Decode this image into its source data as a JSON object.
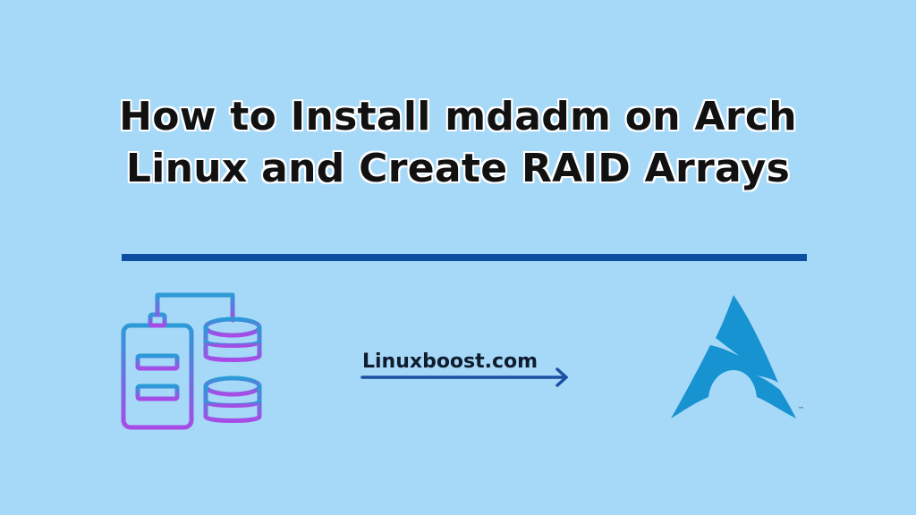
{
  "title": {
    "line1": "How to Install mdadm on Arch",
    "line2": "Linux and Create RAID Arrays"
  },
  "site": {
    "label": "Linuxboost.com"
  },
  "logo": {
    "trademark": "™"
  },
  "icons": {
    "illustration": "server-raid-disks-icon",
    "arrow": "right-arrow-icon",
    "logo": "arch-linux-logo"
  },
  "colors": {
    "background": "#a6d8f8",
    "divider": "#0b4ea2",
    "arrow": "#1a4fa3",
    "arch_logo": "#1793d1",
    "gradient_top": "#2b9bd7",
    "gradient_bottom": "#a84be6"
  }
}
